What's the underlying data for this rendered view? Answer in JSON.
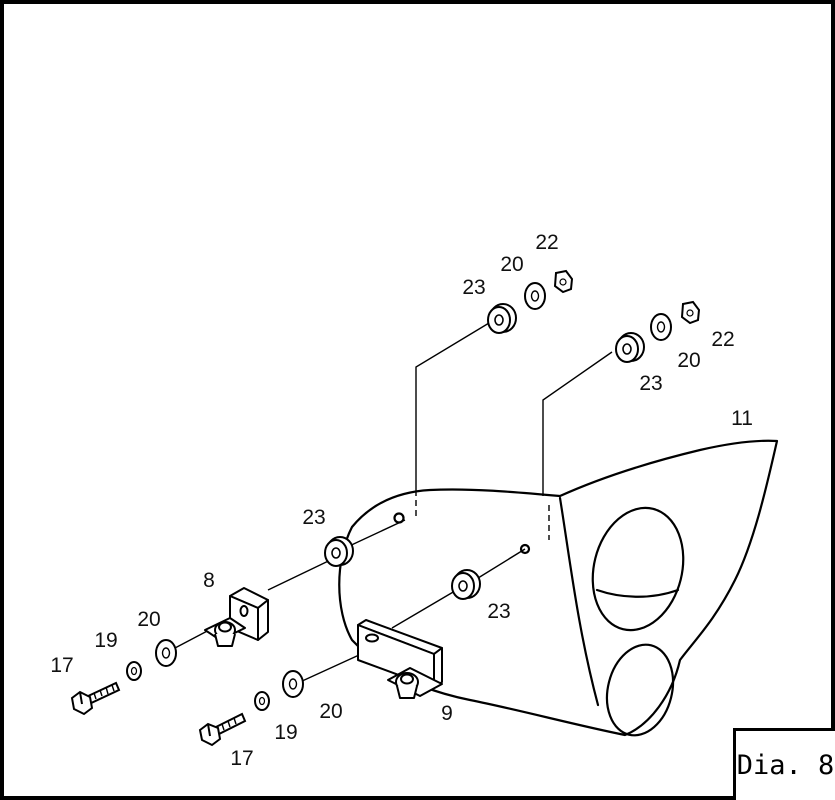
{
  "diagram_label": "Dia. 8",
  "callouts": {
    "c11": "11",
    "c22_top": "22",
    "c20_top": "20",
    "c23_top": "23",
    "c22_right": "22",
    "c20_right": "20",
    "c23_right": "23",
    "c23_left": "23",
    "c23_mid": "23",
    "c8": "8",
    "c20_left": "20",
    "c19_left": "19",
    "c17_left": "17",
    "c20_low": "20",
    "c19_low": "19",
    "c17_low": "17",
    "c9": "9"
  },
  "colors": {
    "line": "#000000",
    "background": "#ffffff"
  }
}
